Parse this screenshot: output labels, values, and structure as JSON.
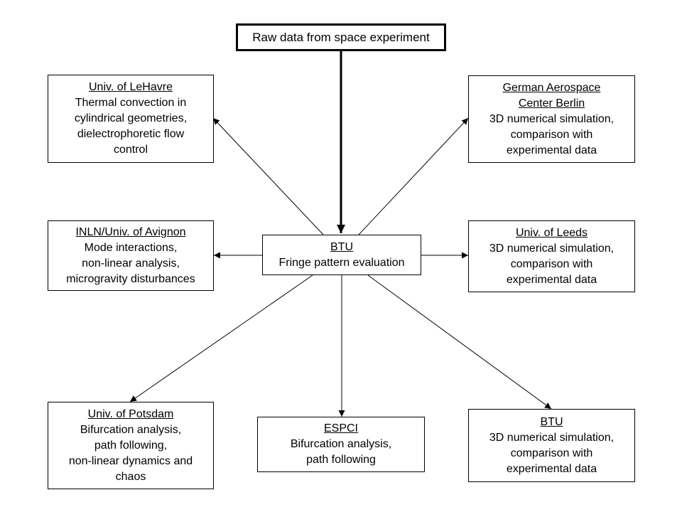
{
  "nodes": {
    "raw": {
      "lines": [
        "Raw data from space experiment"
      ],
      "title_lines": 0
    },
    "btu_center": {
      "lines": [
        "BTU",
        "Fringe pattern evaluation"
      ],
      "title_lines": 1
    },
    "lehavre": {
      "lines": [
        "Univ. of LeHavre",
        "Thermal convection in",
        "cylindrical geometries,",
        "dielectrophoretic flow",
        "control"
      ],
      "title_lines": 1
    },
    "dlr": {
      "lines": [
        "German Aerospace",
        "Center Berlin",
        "3D numerical simulation,",
        "comparison with",
        "experimental data"
      ],
      "title_lines": 2
    },
    "avignon": {
      "lines": [
        "INLN/Univ. of Avignon",
        "Mode interactions,",
        "non-linear analysis,",
        "microgravity disturbances"
      ],
      "title_lines": 1
    },
    "leeds": {
      "lines": [
        "Univ. of Leeds",
        "3D numerical simulation,",
        "comparison with",
        "experimental data"
      ],
      "title_lines": 1
    },
    "potsdam": {
      "lines": [
        "Univ. of Potsdam",
        "Bifurcation analysis,",
        "path following,",
        "non-linear dynamics and",
        "chaos"
      ],
      "title_lines": 1
    },
    "espci": {
      "lines": [
        "ESPCI",
        "Bifurcation analysis,",
        "path following"
      ],
      "title_lines": 1
    },
    "btu_right": {
      "lines": [
        "BTU",
        "3D numerical simulation,",
        "comparison with",
        "experimental data"
      ],
      "title_lines": 1
    }
  },
  "edges": [
    {
      "from": "raw",
      "to": "btu_center"
    },
    {
      "from": "btu_center",
      "to": "lehavre"
    },
    {
      "from": "btu_center",
      "to": "dlr"
    },
    {
      "from": "btu_center",
      "to": "avignon"
    },
    {
      "from": "btu_center",
      "to": "leeds"
    },
    {
      "from": "btu_center",
      "to": "potsdam"
    },
    {
      "from": "btu_center",
      "to": "espci"
    },
    {
      "from": "btu_center",
      "to": "btu_right"
    }
  ]
}
